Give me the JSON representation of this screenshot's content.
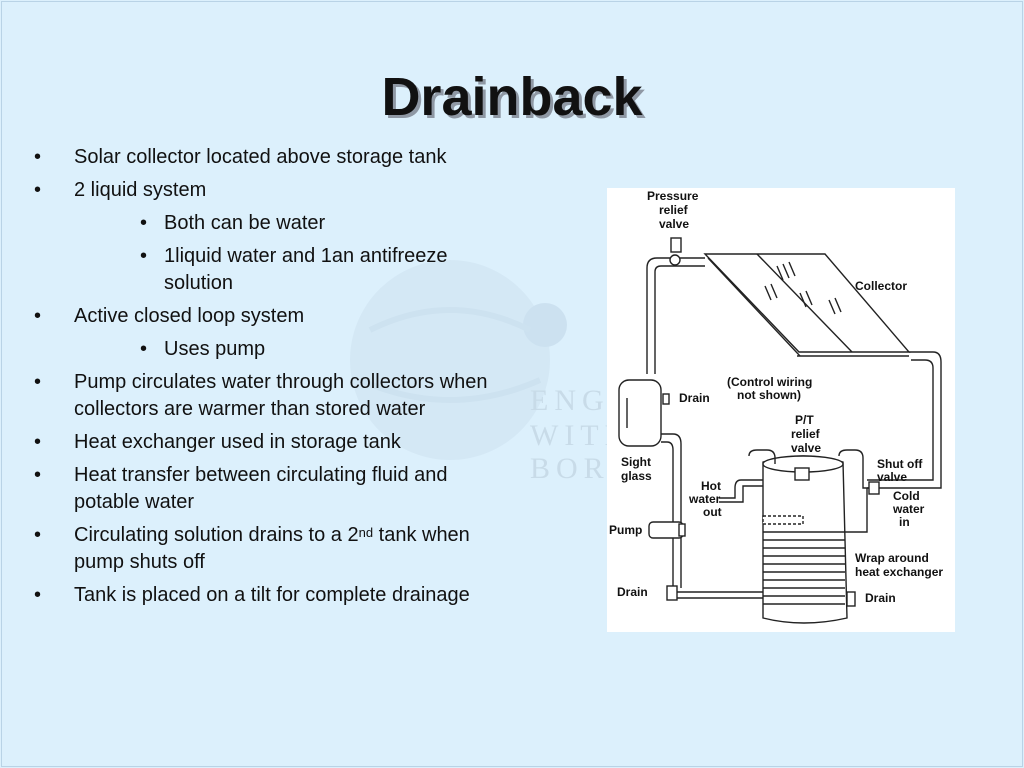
{
  "slide": {
    "title": "Drainback",
    "bullets": [
      {
        "text": "Solar collector located above storage tank"
      },
      {
        "text": "2 liquid system"
      },
      {
        "text": "Both can be water"
      },
      {
        "text": "1liquid water and 1an antifreeze solution"
      },
      {
        "text": "Active closed loop system"
      },
      {
        "text": "Uses pump"
      },
      {
        "text": "Pump circulates water through collectors when collectors are warmer than stored water"
      },
      {
        "text": "Heat exchanger used in storage tank"
      },
      {
        "text": "Heat transfer between circulating fluid and potable water"
      },
      {
        "text_before": "Circulating solution drains to a 2",
        "sup": "nd",
        "text_after": " tank when pump shuts off"
      },
      {
        "text": "Tank is placed on a tilt for complete drainage"
      }
    ],
    "bullet_symbol": "•"
  },
  "watermark": {
    "lines": [
      "ENGIN",
      "WITH",
      "BORI"
    ]
  },
  "diagram": {
    "labels": {
      "pressure_relief_valve": [
        "Pressure",
        "relief",
        "valve"
      ],
      "collector": "Collector",
      "drain_top": "Drain",
      "control_wiring": [
        "(Control wiring",
        "not shown)"
      ],
      "pt_relief_valve": [
        "P/T",
        "relief",
        "valve"
      ],
      "sight_glass": [
        "Sight",
        "glass"
      ],
      "hot_water_out": [
        "Hot",
        "water",
        "out"
      ],
      "shut_off_valve": [
        "Shut off",
        "valve"
      ],
      "cold_water_in": [
        "Cold",
        "water",
        "in"
      ],
      "pump": "Pump",
      "wrap_around_heat_exchanger": [
        "Wrap around",
        "heat exchanger"
      ],
      "drain_left": "Drain",
      "drain_right": "Drain"
    }
  },
  "colors": {
    "background": "#dcf0fc",
    "text": "#111111",
    "title_shadow": "#8f98a4",
    "diagram_bg": "#ffffff"
  }
}
